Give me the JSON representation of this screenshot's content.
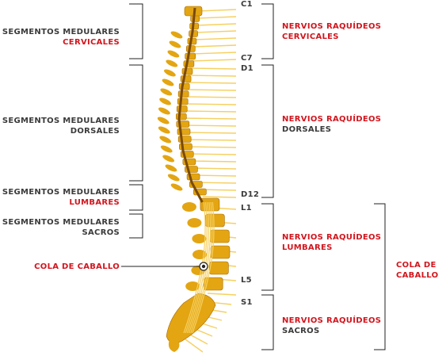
{
  "left_labels": {
    "cervical": {
      "line1": "SEGMENTOS MEDULARES",
      "line2": "CERVICALES"
    },
    "dorsal": {
      "line1": "SEGMENTOS MEDULARES",
      "line2": "DORSALES"
    },
    "lumbar": {
      "line1": "SEGMENTOS MEDULARES",
      "line2": "LUMBARES"
    },
    "sacro": {
      "line1": "SEGMENTOS MEDULARES",
      "line2": "SACROS"
    },
    "cola": "COLA DE CABALLO"
  },
  "vertebra_labels": {
    "c1": "C1",
    "c7": "C7",
    "d1": "D1",
    "d12": "D12",
    "l1": "L1",
    "l5": "L5",
    "s1": "S1"
  },
  "right_labels": {
    "cervical": {
      "line1": "NERVIOS RAQUÍDEOS",
      "line2": "CERVICALES"
    },
    "dorsal": {
      "line1": "NERVIOS RAQUÍDEOS",
      "line2": "DORSALES"
    },
    "lumbar": {
      "line1": "NERVIOS RAQUÍDEOS",
      "line2": "LUMBARES"
    },
    "sacro": {
      "line1": "NERVIOS RAQUÍDEOS",
      "line2": "SACROS"
    }
  },
  "far_right_label": {
    "line1": "COLA DE",
    "line2": "CABALLO"
  },
  "colors": {
    "bone": "#e3a511",
    "bone_dark": "#a86a06",
    "nerve": "#f6d060",
    "cord": "#7a4a08",
    "bracket": "#222222",
    "accent_red": "#d2161e",
    "text_gray": "#3b3b3b"
  }
}
